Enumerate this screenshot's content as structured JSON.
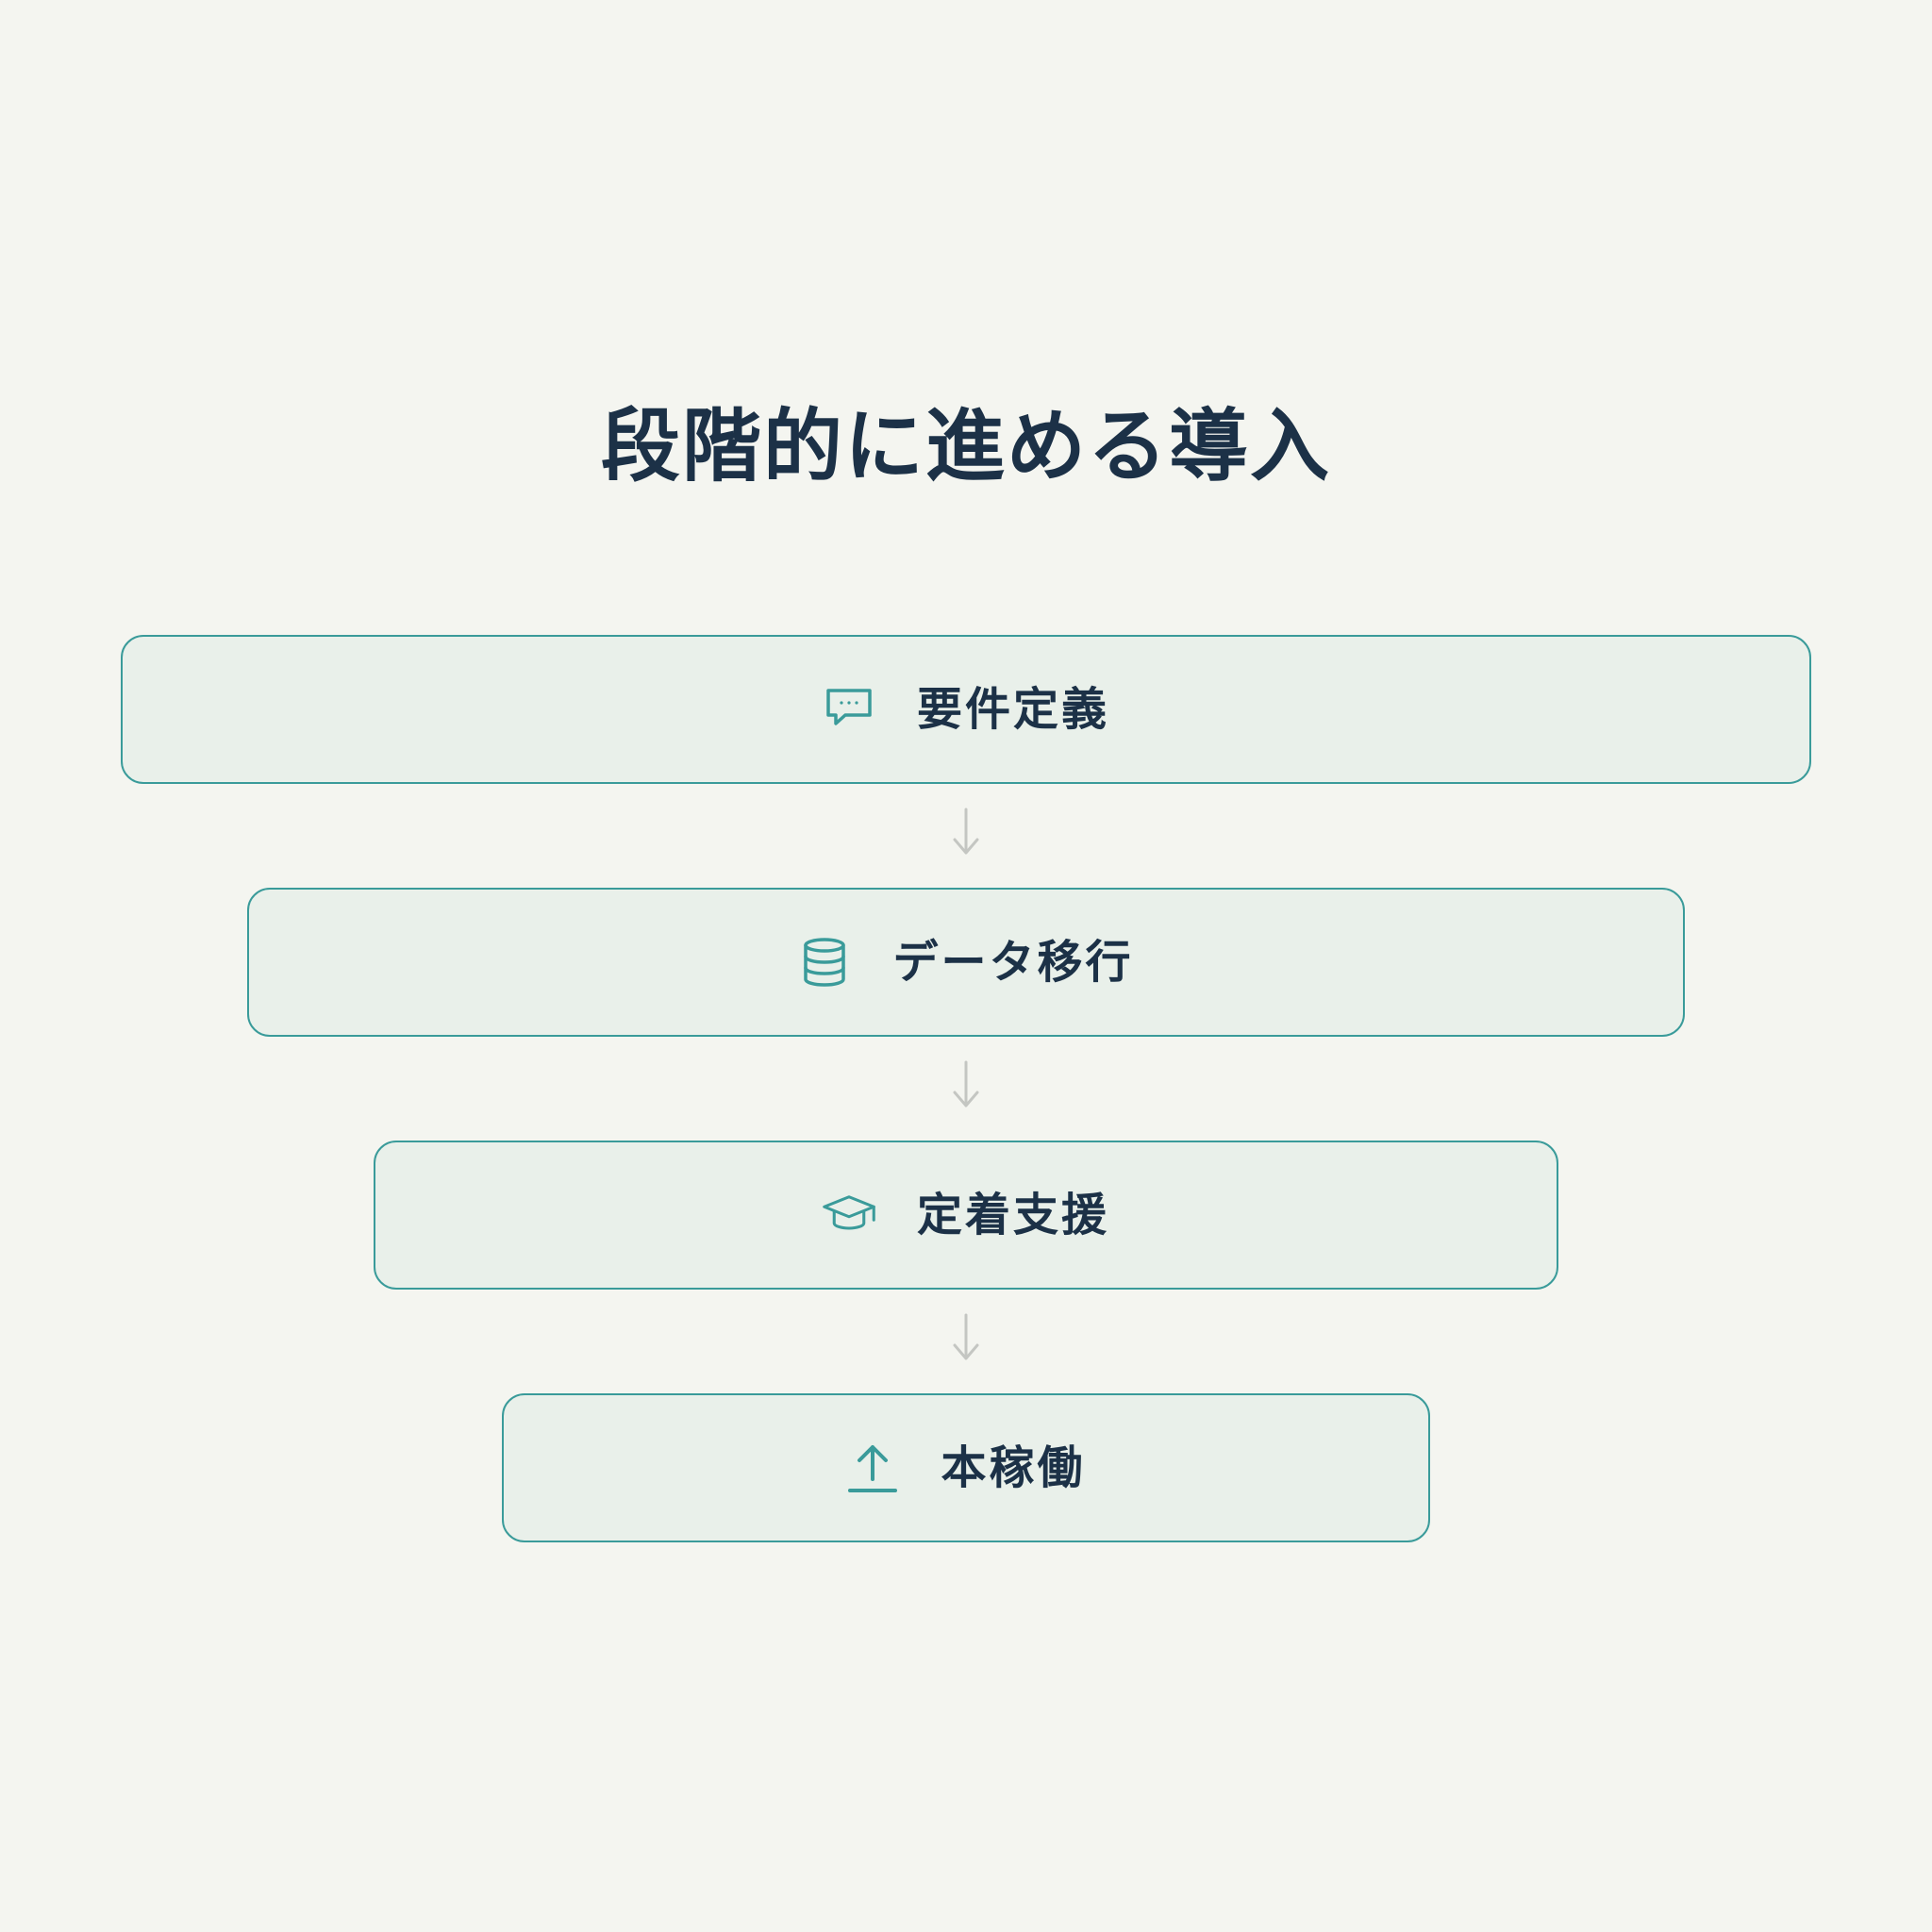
{
  "title": "段階的に進める導入",
  "accent_color": "#3a9b9a",
  "text_color": "#1c3147",
  "steps": [
    {
      "label": "要件定義",
      "icon": "chat-bubble-icon"
    },
    {
      "label": "データ移行",
      "icon": "database-icon"
    },
    {
      "label": "定着支援",
      "icon": "graduation-cap-icon"
    },
    {
      "label": "本稼働",
      "icon": "upload-icon"
    }
  ]
}
